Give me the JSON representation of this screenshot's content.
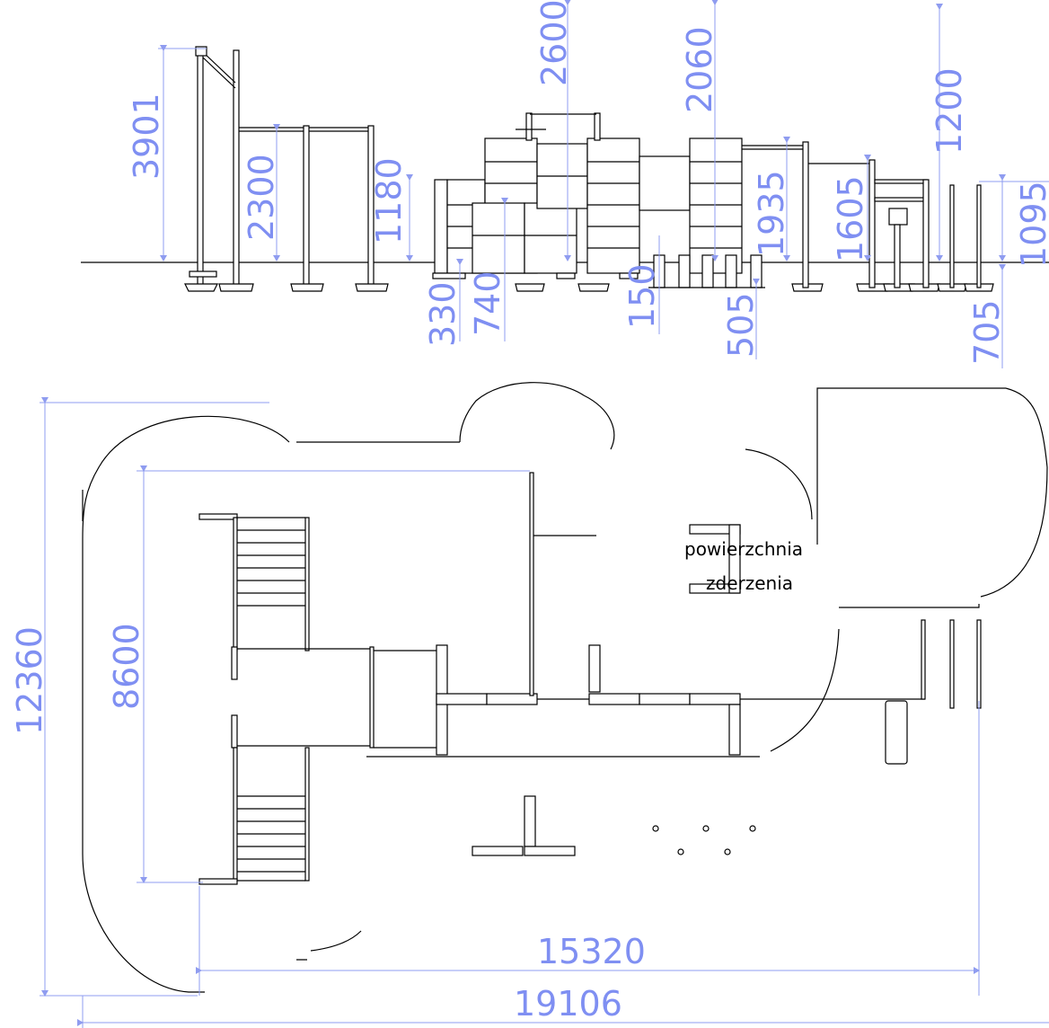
{
  "elevation_dimensions": {
    "d3901": "3901",
    "d2300": "2300",
    "d1180": "1180",
    "d2600": "2600",
    "d2060": "2060",
    "d1935": "1935",
    "d1605": "1605",
    "d1200": "1200",
    "d1095": "1095",
    "d330": "330",
    "d740": "740",
    "d150": "150",
    "d505": "505",
    "d705": "705"
  },
  "plan_dimensions": {
    "d12360": "12360",
    "d8600": "8600",
    "d15320": "15320",
    "d19106": "19106"
  },
  "plan_labels": {
    "surface_line1": "powierzchnia",
    "surface_line2": "zderzenia"
  }
}
